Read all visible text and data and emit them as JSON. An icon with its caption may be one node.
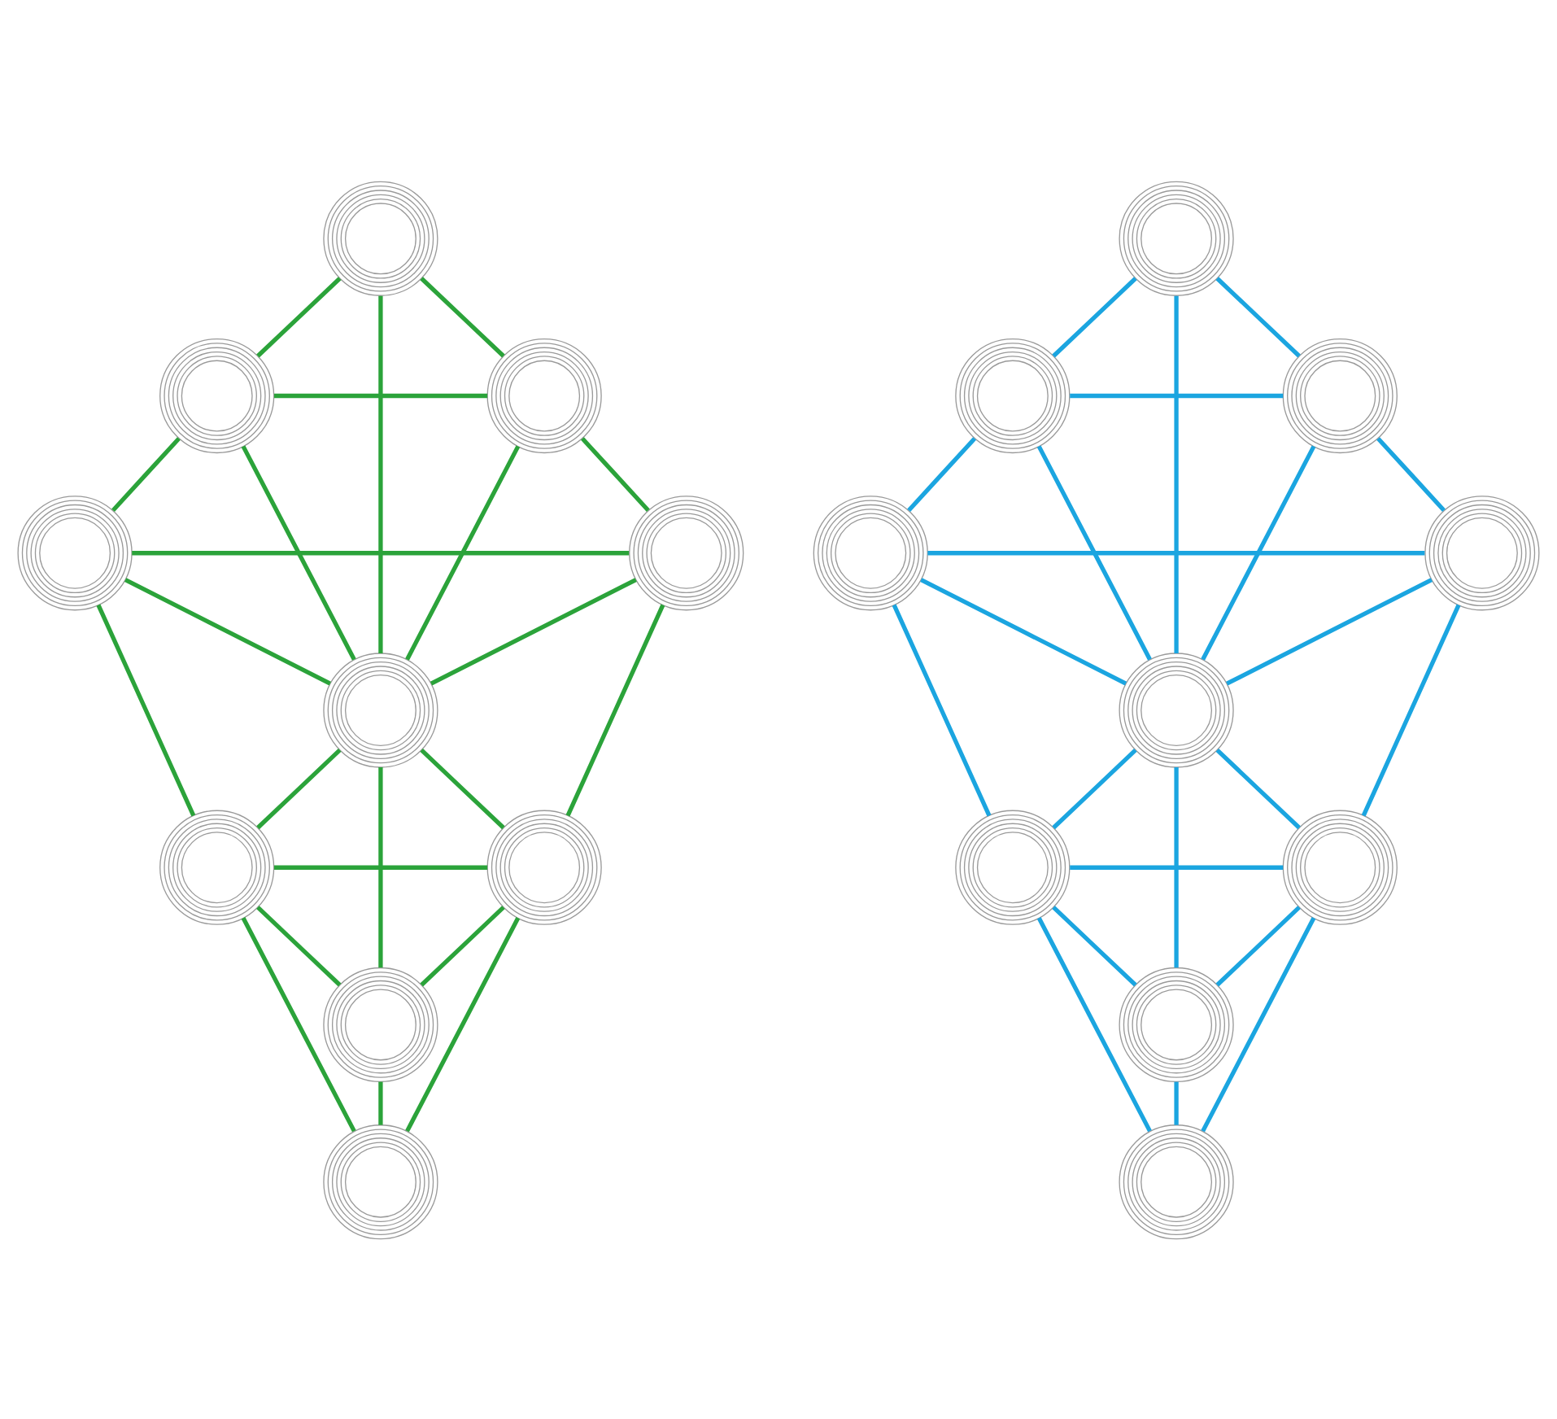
{
  "diagram": {
    "nodes": [
      {
        "text": [],
        "shape": "circle"
      },
      {
        "text": [],
        "shape": "circle"
      },
      {
        "text": [],
        "shape": "circle"
      },
      {
        "text": [],
        "shape": "circle"
      },
      {
        "text": [],
        "shape": "circle"
      },
      {
        "text": [],
        "shape": "circle"
      },
      {
        "text": [],
        "shape": "circle"
      },
      {
        "text": [],
        "shape": "circle"
      },
      {
        "text": [],
        "shape": "circle"
      },
      {
        "text": [],
        "shape": "circle"
      },
      {
        "text": [],
        "shape": "circle"
      },
      {
        "text": [],
        "shape": "circle"
      },
      {
        "text": [],
        "shape": "circle"
      },
      {
        "text": [],
        "shape": "circle"
      },
      {
        "text": [],
        "shape": "circle"
      },
      {
        "text": [],
        "shape": "circle"
      },
      {
        "text": [],
        "shape": "circle"
      },
      {
        "text": [],
        "shape": "circle"
      },
      {
        "text": [],
        "shape": "circle"
      },
      {
        "text": [],
        "shape": "circle"
      }
    ],
    "edges": [
      {
        "from": 0,
        "to": 1,
        "arrow": "none",
        "color": "#2ba33a"
      },
      {
        "from": 0,
        "to": 2,
        "arrow": "none",
        "color": "#2ba33a"
      },
      {
        "from": 1,
        "to": 2,
        "arrow": "none",
        "color": "#2ba33a"
      },
      {
        "from": 0,
        "to": 5,
        "arrow": "none",
        "color": "#2ba33a"
      },
      {
        "from": 1,
        "to": 3,
        "arrow": "none",
        "color": "#2ba33a"
      },
      {
        "from": 2,
        "to": 4,
        "arrow": "none",
        "color": "#2ba33a"
      },
      {
        "from": 1,
        "to": 5,
        "arrow": "none",
        "color": "#2ba33a"
      },
      {
        "from": 2,
        "to": 5,
        "arrow": "none",
        "color": "#2ba33a"
      },
      {
        "from": 3,
        "to": 4,
        "arrow": "none",
        "color": "#2ba33a"
      },
      {
        "from": 3,
        "to": 5,
        "arrow": "none",
        "color": "#2ba33a"
      },
      {
        "from": 4,
        "to": 5,
        "arrow": "none",
        "color": "#2ba33a"
      },
      {
        "from": 3,
        "to": 6,
        "arrow": "none",
        "color": "#2ba33a"
      },
      {
        "from": 4,
        "to": 7,
        "arrow": "none",
        "color": "#2ba33a"
      },
      {
        "from": 5,
        "to": 6,
        "arrow": "none",
        "color": "#2ba33a"
      },
      {
        "from": 5,
        "to": 7,
        "arrow": "none",
        "color": "#2ba33a"
      },
      {
        "from": 6,
        "to": 7,
        "arrow": "none",
        "color": "#2ba33a"
      },
      {
        "from": 5,
        "to": 8,
        "arrow": "none",
        "color": "#2ba33a"
      },
      {
        "from": 6,
        "to": 8,
        "arrow": "none",
        "color": "#2ba33a"
      },
      {
        "from": 7,
        "to": 8,
        "arrow": "none",
        "color": "#2ba33a"
      },
      {
        "from": 6,
        "to": 9,
        "arrow": "none",
        "color": "#2ba33a"
      },
      {
        "from": 8,
        "to": 9,
        "arrow": "none",
        "color": "#2ba33a"
      },
      {
        "from": 7,
        "to": 9,
        "arrow": "none",
        "color": "#2ba33a"
      },
      {
        "from": 10,
        "to": 11,
        "arrow": "none",
        "color": "#1ba5e0"
      },
      {
        "from": 10,
        "to": 12,
        "arrow": "none",
        "color": "#1ba5e0"
      },
      {
        "from": 11,
        "to": 12,
        "arrow": "none",
        "color": "#1ba5e0"
      },
      {
        "from": 10,
        "to": 15,
        "arrow": "none",
        "color": "#1ba5e0"
      },
      {
        "from": 11,
        "to": 13,
        "arrow": "none",
        "color": "#1ba5e0"
      },
      {
        "from": 12,
        "to": 14,
        "arrow": "none",
        "color": "#1ba5e0"
      },
      {
        "from": 11,
        "to": 15,
        "arrow": "none",
        "color": "#1ba5e0"
      },
      {
        "from": 12,
        "to": 15,
        "arrow": "none",
        "color": "#1ba5e0"
      },
      {
        "from": 13,
        "to": 14,
        "arrow": "none",
        "color": "#1ba5e0"
      },
      {
        "from": 13,
        "to": 15,
        "arrow": "none",
        "color": "#1ba5e0"
      },
      {
        "from": 14,
        "to": 15,
        "arrow": "none",
        "color": "#1ba5e0"
      },
      {
        "from": 13,
        "to": 16,
        "arrow": "none",
        "color": "#1ba5e0"
      },
      {
        "from": 14,
        "to": 17,
        "arrow": "none",
        "color": "#1ba5e0"
      },
      {
        "from": 15,
        "to": 16,
        "arrow": "none",
        "color": "#1ba5e0"
      },
      {
        "from": 15,
        "to": 17,
        "arrow": "none",
        "color": "#1ba5e0"
      },
      {
        "from": 16,
        "to": 17,
        "arrow": "none",
        "color": "#1ba5e0"
      },
      {
        "from": 15,
        "to": 18,
        "arrow": "none",
        "color": "#1ba5e0"
      },
      {
        "from": 16,
        "to": 18,
        "arrow": "none",
        "color": "#1ba5e0"
      },
      {
        "from": 17,
        "to": 18,
        "arrow": "none",
        "color": "#1ba5e0"
      },
      {
        "from": 16,
        "to": 19,
        "arrow": "none",
        "color": "#1ba5e0"
      },
      {
        "from": 18,
        "to": 19,
        "arrow": "none",
        "color": "#1ba5e0"
      },
      {
        "from": 17,
        "to": 19,
        "arrow": "none",
        "color": "#1ba5e0"
      }
    ]
  }
}
